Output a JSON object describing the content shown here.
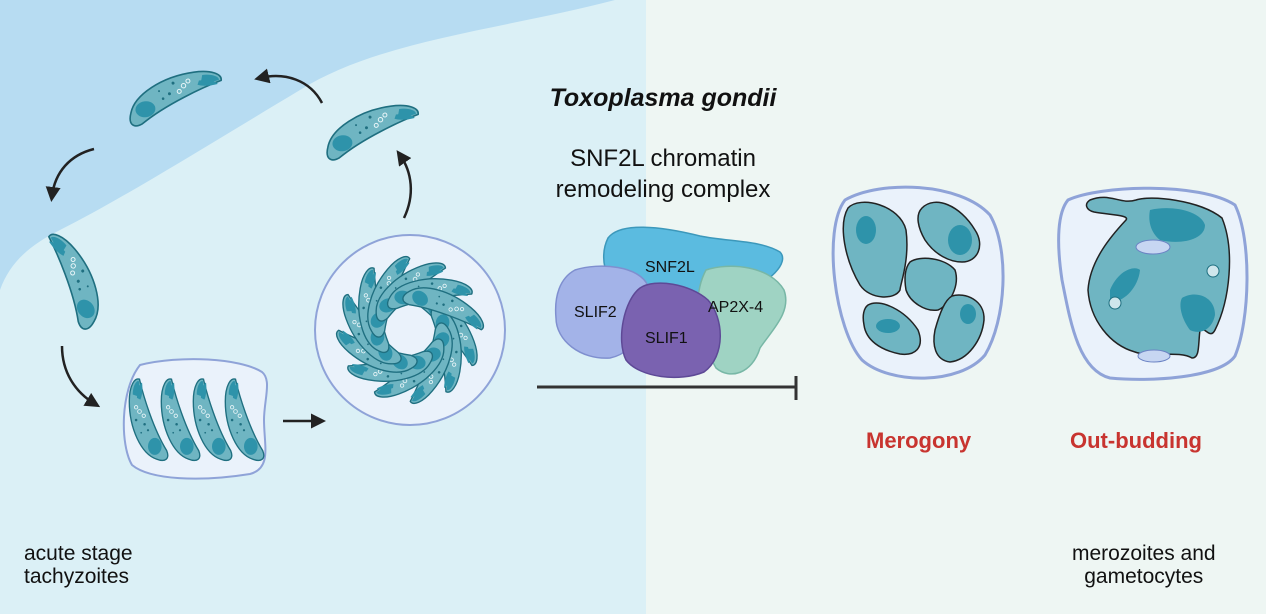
{
  "title": "Toxoplasma gondii",
  "subtitle_line1": "SNF2L chromatin",
  "subtitle_line2": "remodeling complex",
  "complex": {
    "proteins": [
      {
        "name": "SNF2L",
        "color": "#5bbbe0"
      },
      {
        "name": "SLIF2",
        "color": "#a3b3e8"
      },
      {
        "name": "SLIF1",
        "color": "#7a62b0"
      },
      {
        "name": "AP2X-4",
        "color": "#9fd3c3"
      }
    ],
    "inhibition": "inhibits"
  },
  "left_label_line1": "acute stage",
  "left_label_line2": "tachyzoites",
  "right_label_line1": "merozoites and",
  "right_label_line2": "gametocytes",
  "process_labels": {
    "merogony": "Merogony",
    "out_budding": "Out-budding"
  },
  "colors": {
    "left_bg": "#dbf0f6",
    "left_top_band": "#b7dcf2",
    "right_bg": "#eef6f3",
    "parasite_fill": "#6fb5c2",
    "parasite_dark": "#2e93aa",
    "vacuole_outline": "#8fa3d8",
    "vacuole_fill": "#eaf2fb",
    "accent_red": "#c8342f"
  }
}
